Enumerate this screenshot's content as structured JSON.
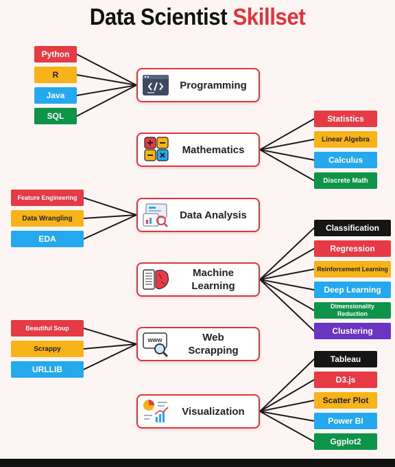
{
  "title": {
    "main": "Data Scientist",
    "accent": "Skillset"
  },
  "categories": [
    {
      "label": "Programming",
      "icon": "code-icon",
      "skills": [
        {
          "label": "Python",
          "color": "#e63a45"
        },
        {
          "label": "R",
          "color": "#f7b318"
        },
        {
          "label": "Java",
          "color": "#25a9ee"
        },
        {
          "label": "SQL",
          "color": "#0d9448"
        }
      ]
    },
    {
      "label": "Mathematics",
      "icon": "calculator-icon",
      "skills": [
        {
          "label": "Statistics",
          "color": "#e63a45"
        },
        {
          "label": "Linear Algebra",
          "color": "#f7b318"
        },
        {
          "label": "Calculus",
          "color": "#25a9ee"
        },
        {
          "label": "Discrete Math",
          "color": "#0d9448"
        }
      ]
    },
    {
      "label": "Data Analysis",
      "icon": "analytics-icon",
      "skills": [
        {
          "label": "Feature Engineering",
          "color": "#e63a45"
        },
        {
          "label": "Data Wrangling",
          "color": "#f7b318"
        },
        {
          "label": "EDA",
          "color": "#25a9ee"
        }
      ]
    },
    {
      "label": "Machine\nLearning",
      "icon": "brain-icon",
      "skills": [
        {
          "label": "Classification",
          "color": "#151515"
        },
        {
          "label": "Regression",
          "color": "#e63a45"
        },
        {
          "label": "Reinforcement Learning",
          "color": "#f7b318"
        },
        {
          "label": "Deep Learning",
          "color": "#25a9ee"
        },
        {
          "label": "Dimensionality Reduction",
          "color": "#0d9448"
        },
        {
          "label": "Clustering",
          "color": "#6a35c0"
        }
      ]
    },
    {
      "label": "Web\nScrapping",
      "icon": "web-search-icon",
      "skills": [
        {
          "label": "Beautiful Soup",
          "color": "#e63a45"
        },
        {
          "label": "Scrappy",
          "color": "#f7b318"
        },
        {
          "label": "URLLIB",
          "color": "#25a9ee"
        }
      ]
    },
    {
      "label": "Visualization",
      "icon": "chart-icon",
      "skills": [
        {
          "label": "Tableau",
          "color": "#151515"
        },
        {
          "label": "D3.js",
          "color": "#e63a45"
        },
        {
          "label": "Scatter Plot",
          "color": "#f7b318"
        },
        {
          "label": "Power BI",
          "color": "#25a9ee"
        },
        {
          "label": "Ggplot2",
          "color": "#0d9448"
        }
      ]
    }
  ]
}
